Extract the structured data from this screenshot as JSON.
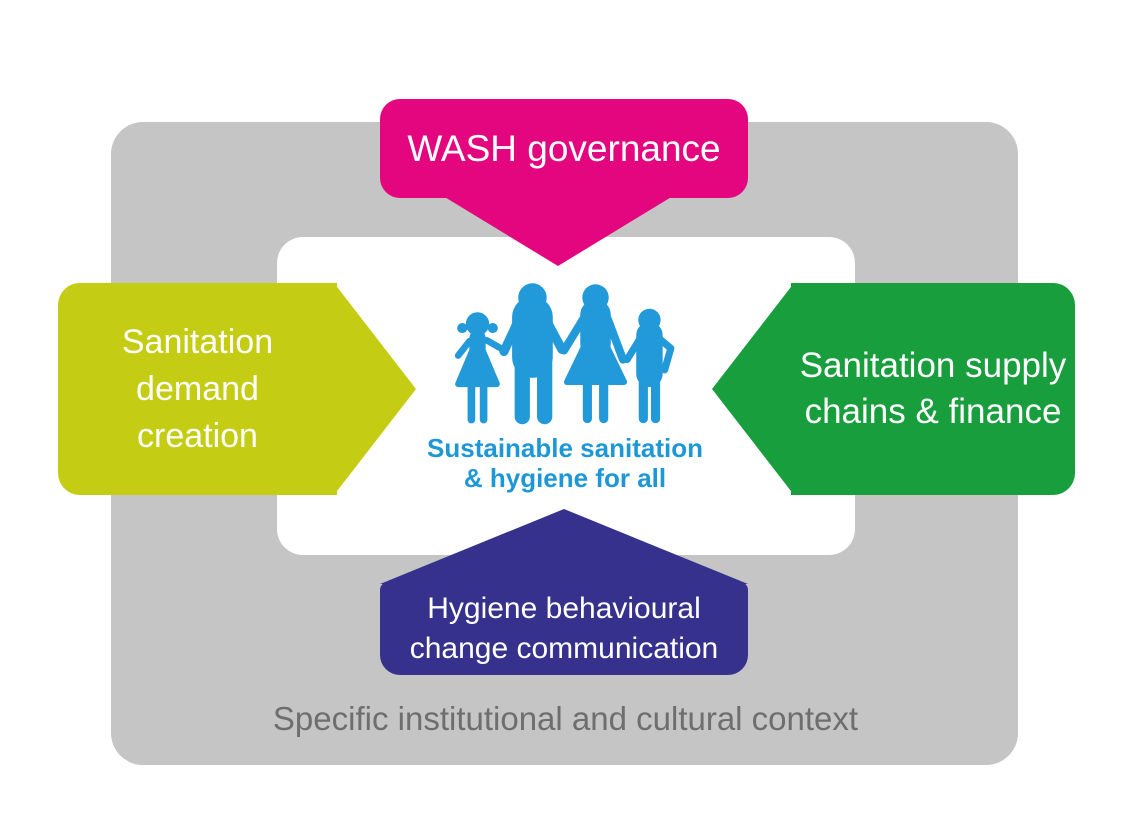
{
  "diagram": {
    "banners": {
      "top": {
        "label": "WASH governance",
        "color": "#e4067e"
      },
      "left": {
        "lines": [
          "Sanitation",
          "demand",
          "creation"
        ],
        "color": "#c4cc14"
      },
      "right": {
        "lines": [
          "Sanitation supply",
          "chains & finance"
        ],
        "color": "#189e3c"
      },
      "bottom": {
        "lines": [
          "Hygiene behavioural",
          "change communication"
        ],
        "color": "#36318c"
      }
    },
    "center": {
      "icon": "family-icon",
      "caption_line1": "Sustainable sanitation",
      "caption_line2": "& hygiene for all",
      "caption_color": "#1e97d6"
    },
    "context_label": "Specific institutional and cultural context",
    "colors": {
      "outer_background": "#c5c5c5",
      "inner_background": "#ffffff",
      "context_text": "#6e6e6e",
      "banner_text": "#ffffff"
    }
  }
}
